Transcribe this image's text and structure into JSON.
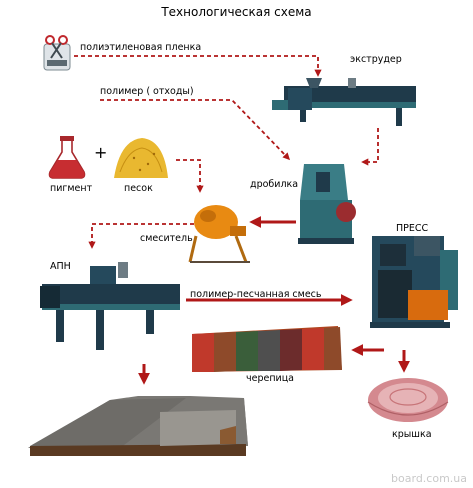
{
  "title": "Технологическая схема",
  "labels": {
    "film": "полиэтиленовая пленка",
    "polymer_waste": "полимер ( отходы)",
    "extruder": "экструдер",
    "pigment": "пигмент",
    "plus": "+",
    "sand": "песок",
    "crusher": "дробилка",
    "mixer": "смеситель",
    "press": "ПРЕСС",
    "apn": "АПН",
    "mix": "полимер-песчанная смесь",
    "tile": "черепица",
    "lid": "крышка"
  },
  "watermark": "board.com.ua",
  "colors": {
    "arrow": "#b01818",
    "dash": "#b01818",
    "machine_dark": "#1f3a4a",
    "machine_teal": "#2e6b74",
    "mixer_orange": "#e88a12",
    "sand": "#e9b830",
    "lid_pink": "#d4898f",
    "tile_palette": [
      "#c0392b",
      "#8e4a2a",
      "#3a5e3a",
      "#6c2c2c",
      "#b0461e",
      "#4f4f4f"
    ]
  },
  "icons": {
    "film_icon": "scissors-film-icon",
    "pigment_icon": "flask-icon",
    "sand_icon": "sand-pile-icon"
  }
}
